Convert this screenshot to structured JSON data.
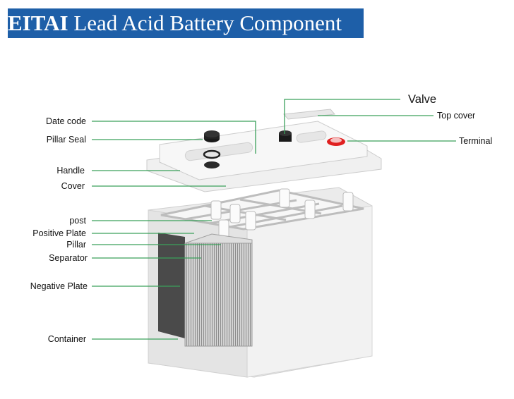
{
  "title": {
    "brand": "EITAI",
    "text": "Lead Acid Battery Component"
  },
  "labels": {
    "date_code": "Date code",
    "pillar_seal": "Pillar Seal",
    "handle": "Handle",
    "cover": "Cover",
    "post": "post",
    "positive_plate": "Positive Plate",
    "pillar": "Pillar",
    "separator": "Separator",
    "negative_plate": "Negative Plate",
    "container": "Container",
    "valve": "Valve",
    "top_cover": "Top cover",
    "terminal": "Terminal"
  },
  "colors": {
    "banner": "#1e5fa8",
    "leader": "#3aa05a",
    "terminal_red": "#e02020"
  }
}
